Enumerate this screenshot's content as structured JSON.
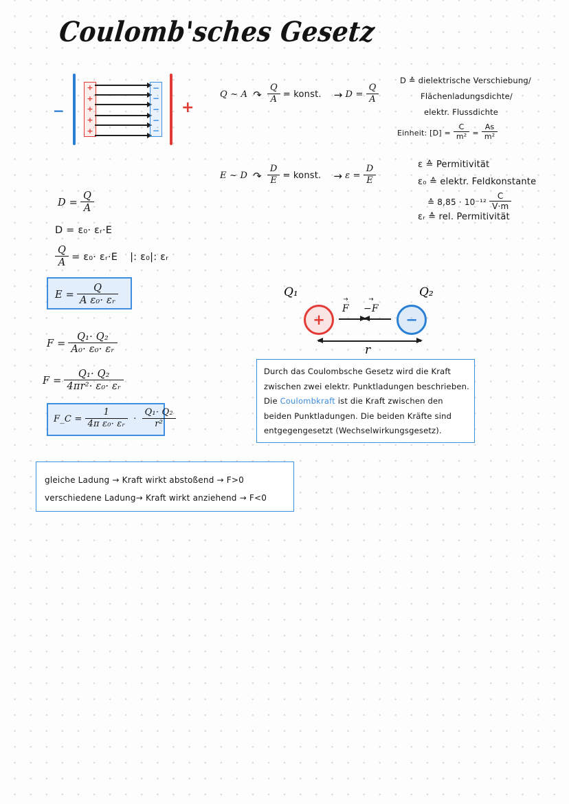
{
  "page": {
    "title": "Coulomb'sches Gesetz",
    "paper": "dotted-grid",
    "colors": {
      "red": "#e23b35",
      "blue": "#2a7fd4",
      "box_border": "#3b8ee0",
      "box_fill": "#e2eefb",
      "ink": "#131313",
      "highlight": "#3d8bd9"
    }
  },
  "capacitor_diagram": {
    "left_terminal_sign": "−",
    "right_terminal_sign": "+",
    "positive_plate_charges": [
      "+",
      "+",
      "+",
      "+",
      "+"
    ],
    "negative_plate_charges": [
      "−",
      "−",
      "−",
      "−",
      "−"
    ],
    "field_line_count": 6,
    "field_direction": "left-to-right"
  },
  "derivation_top": {
    "line1": {
      "relation": "Q ~ A",
      "curl": "↷",
      "const_num": "Q",
      "const_den": "A",
      "const_eq": "= konst.",
      "arrow": "→",
      "result_lhs": "D =",
      "result_num": "Q",
      "result_den": "A"
    },
    "line2": {
      "relation": "E ~ D",
      "curl": "↷",
      "const_num": "D",
      "const_den": "E",
      "const_eq": "= konst.",
      "arrow": "→",
      "result_lhs": "ε =",
      "result_num": "D",
      "result_den": "E"
    }
  },
  "definitions_D": {
    "head": "D ≙ dielektrische Verschiebung/",
    "line2": "Flächenladungsdichte/",
    "line3": "elektr. Flussdichte",
    "unit_label": "Einheit: [D] =",
    "unit1_num": "C",
    "unit1_den": "m²",
    "unit_eq": "=",
    "unit2_num": "As",
    "unit2_den": "m²"
  },
  "definitions_epsilon": {
    "line1": "ε ≙ Permitivität",
    "line2": "ε₀ ≙ elektr. Feldkonstante",
    "line3_approx": "≙ 8,85 · 10⁻¹²",
    "line3_num": "C",
    "line3_den": "V·m",
    "line4": "εᵣ ≙ rel. Permitivität"
  },
  "equations_left": {
    "eq1": {
      "lhs": "D =",
      "num": "Q",
      "den": "A"
    },
    "eq2": {
      "text": "D = ε₀· εᵣ·E"
    },
    "eq3": {
      "num": "Q",
      "den": "A",
      "rhs": "= ε₀· εᵣ·E",
      "operation": "|: ε₀|: εᵣ"
    },
    "boxed_E": {
      "lhs": "E =",
      "num": "Q",
      "den": "A  ε₀· εᵣ"
    },
    "eq4": {
      "lhs": "F =",
      "num": "Q₁· Q₂",
      "den": "A₀· ε₀· εᵣ"
    },
    "eq5": {
      "lhs": "F =",
      "num": "Q₁· Q₂",
      "den": "4πr²· ε₀· εᵣ"
    },
    "boxed_Fc": {
      "lhs": "F_C =",
      "num1": "1",
      "den1": "4π ε₀· εᵣ",
      "dot": "·",
      "num2": "Q₁· Q₂",
      "den2": "r²"
    }
  },
  "charge_diagram": {
    "label_q1": "Q₁",
    "label_q2": "Q₂",
    "sign_q1": "+",
    "sign_q2": "−",
    "force_right_label": "F",
    "force_left_label": "−F",
    "distance_label": "r"
  },
  "explanation_box": {
    "lines": [
      {
        "pre": "Durch das Coulombsche Gesetz wird die Kraft",
        "hl": "",
        "post": ""
      },
      {
        "pre": "zwischen zwei elektr. Punktladungen beschrieben.",
        "hl": "",
        "post": ""
      },
      {
        "pre": "Die ",
        "hl": "Coulombkraft",
        "post": " ist die Kraft zwischen den"
      },
      {
        "pre": "beiden Punktladungen. Die beiden Kräfte sind",
        "hl": "",
        "post": ""
      },
      {
        "pre": "entgegengesetzt (Wechselwirkungsgesetz).",
        "hl": "",
        "post": ""
      }
    ]
  },
  "rules_box": {
    "line1": "gleiche Ladung → Kraft wirkt abstoßend → F>0",
    "line2": "verschiedene Ladung→ Kraft wirkt anziehend → F<0"
  }
}
